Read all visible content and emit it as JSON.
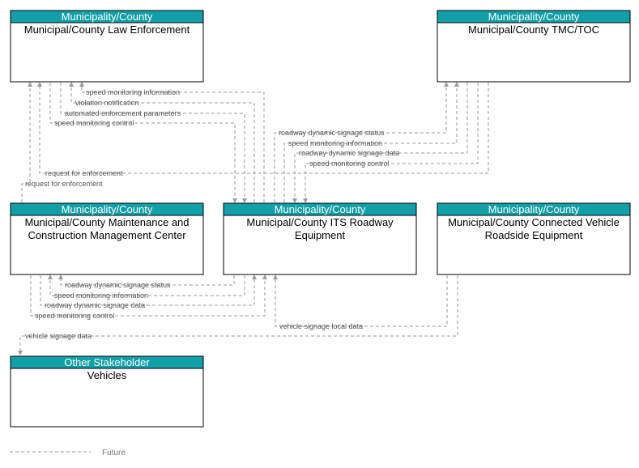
{
  "nodes": {
    "law": {
      "category": "Municipality/County",
      "name": [
        "Municipal/County Law Enforcement"
      ]
    },
    "tmc": {
      "category": "Municipality/County",
      "name": [
        "Municipal/County TMC/TOC"
      ]
    },
    "mcm": {
      "category": "Municipality/County",
      "name": [
        "Municipal/County Maintenance and",
        "Construction Management Center"
      ]
    },
    "its": {
      "category": "Municipality/County",
      "name": [
        "Municipal/County ITS Roadway",
        "Equipment"
      ]
    },
    "cvre": {
      "category": "Municipality/County",
      "name": [
        "Municipal/County Connected Vehicle",
        "Roadside Equipment"
      ]
    },
    "veh": {
      "category": "Other Stakeholder",
      "name": [
        "Vehicles"
      ]
    }
  },
  "flows": {
    "law_speed_info": "speed monitoring information",
    "law_violation": "violation notification",
    "law_auto_params": "automated enforcement parameters",
    "law_speed_ctrl": "speed monitoring control",
    "tmc_dyn_status": "roadway dynamic signage status",
    "tmc_speed_info": "speed monitoring information",
    "tmc_dyn_data": "roadway dynamic signage data",
    "tmc_speed_ctrl": "speed monitoring control",
    "req_enf_tmc": "request for enforcement",
    "req_enf_mcm": "request for enforcement",
    "mcm_dyn_status": "roadway dynamic signage status",
    "mcm_speed_info": "speed monitoring information",
    "mcm_dyn_data": "roadway dynamic signage data",
    "mcm_speed_ctrl": "speed monitoring control",
    "vsl_data": "vehicle signage local data",
    "vs_data": "vehicle signage data"
  },
  "legend": {
    "future": "Future"
  },
  "colors": {
    "header": "#11a0a8",
    "flow": "#9a9a9a"
  }
}
